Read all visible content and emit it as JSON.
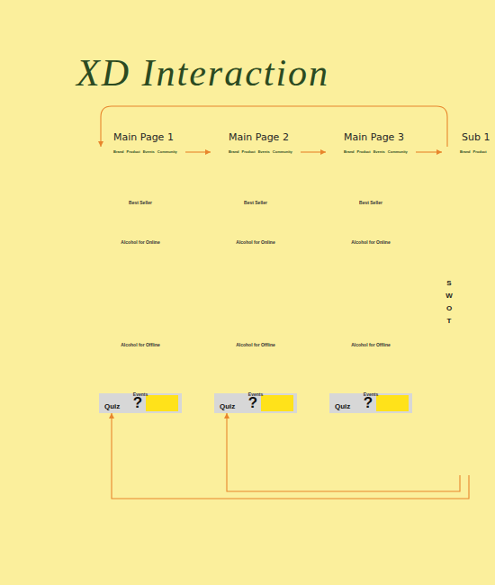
{
  "diagram": {
    "title": "XD Interaction",
    "nodes": [
      {
        "text": [
          "Main Page 1"
        ]
      },
      {
        "text": [
          "Brand",
          "Product",
          "Events",
          "Community"
        ],
        "in": 0
      },
      {
        "text": [
          "Quiz"
        ],
        "in": 0
      },
      {
        "text": [
          "Main Page 2"
        ]
      },
      {
        "text": [
          "Brand",
          "Product",
          "Events",
          "Community"
        ],
        "in": 3
      },
      {
        "text": [
          "Quiz"
        ],
        "in": 3
      },
      {
        "text": [
          "Main Page 3"
        ]
      },
      {
        "text": [
          "Brand",
          "Product",
          "Events",
          "Community"
        ],
        "in": 6
      },
      {
        "text": [
          "Quiz"
        ],
        "in": 6
      },
      {
        "text": [
          "Sub 1"
        ]
      },
      {
        "text": [
          "Brand",
          "Product"
        ],
        "in": 9
      }
    ],
    "edges": [
      {
        "from": 9,
        "to": 1,
        "arrow": "to"
      },
      {
        "from": 1,
        "to": 4,
        "arrow": "to"
      },
      {
        "from": 4,
        "to": 7,
        "arrow": "to"
      },
      {
        "from": 7,
        "to": 10,
        "arrow": "to"
      },
      {
        "from": 9,
        "to": 5,
        "arrow": "to"
      },
      {
        "from": 9,
        "to": 2,
        "arrow": "to"
      }
    ],
    "labels": [
      "Best Seller",
      "Alcohol for Online",
      "Alcohol for Offline",
      "Events",
      "?",
      "Best Seller",
      "Alcohol for Online",
      "Alcohol for Offline",
      "Events",
      "?",
      "Best Seller",
      "Alcohol for Online",
      "Alcohol for Offline",
      "Events",
      "?",
      "S",
      "W",
      "O",
      "T"
    ]
  }
}
